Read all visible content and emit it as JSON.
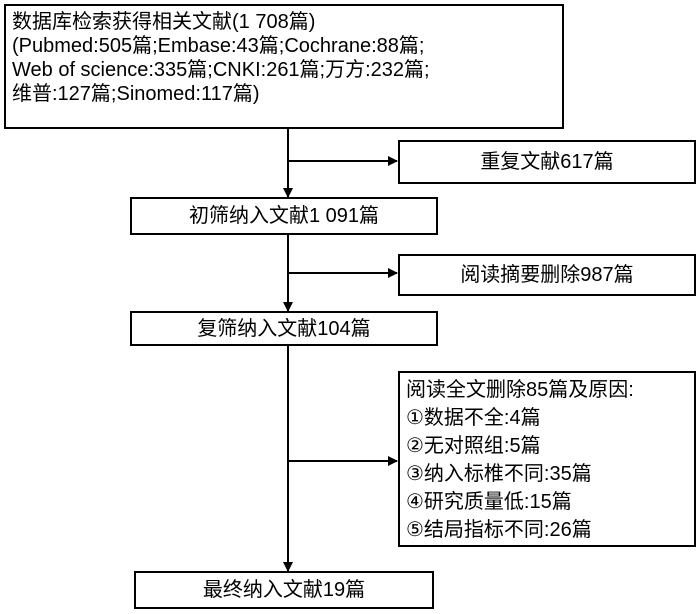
{
  "boxes": {
    "search": {
      "lines": [
        "数据库检索获得相关文献(1 708篇)",
        "(Pubmed:505篇;Embase:43篇;Cochrane:88篇;",
        "Web of science:335篇;CNKI:261篇;万方:232篇;",
        "维普:127篇;Sinomed:117篇)"
      ]
    },
    "duplicates": {
      "text": "重复文献617篇"
    },
    "initial_screen": {
      "text": "初筛纳入文献1 091篇"
    },
    "abstract_excluded": {
      "text": "阅读摘要删除987篇"
    },
    "second_screen": {
      "text": "复筛纳入文献104篇"
    },
    "fulltext_excluded": {
      "lines": [
        "阅读全文删除85篇及原因:",
        "①数据不全:4篇",
        "②无对照组:5篇",
        "③纳入标椎不同:35篇",
        "④研究质量低:15篇",
        "⑤结局指标不同:26篇"
      ]
    },
    "final": {
      "text": "最终纳入文献19篇"
    }
  }
}
